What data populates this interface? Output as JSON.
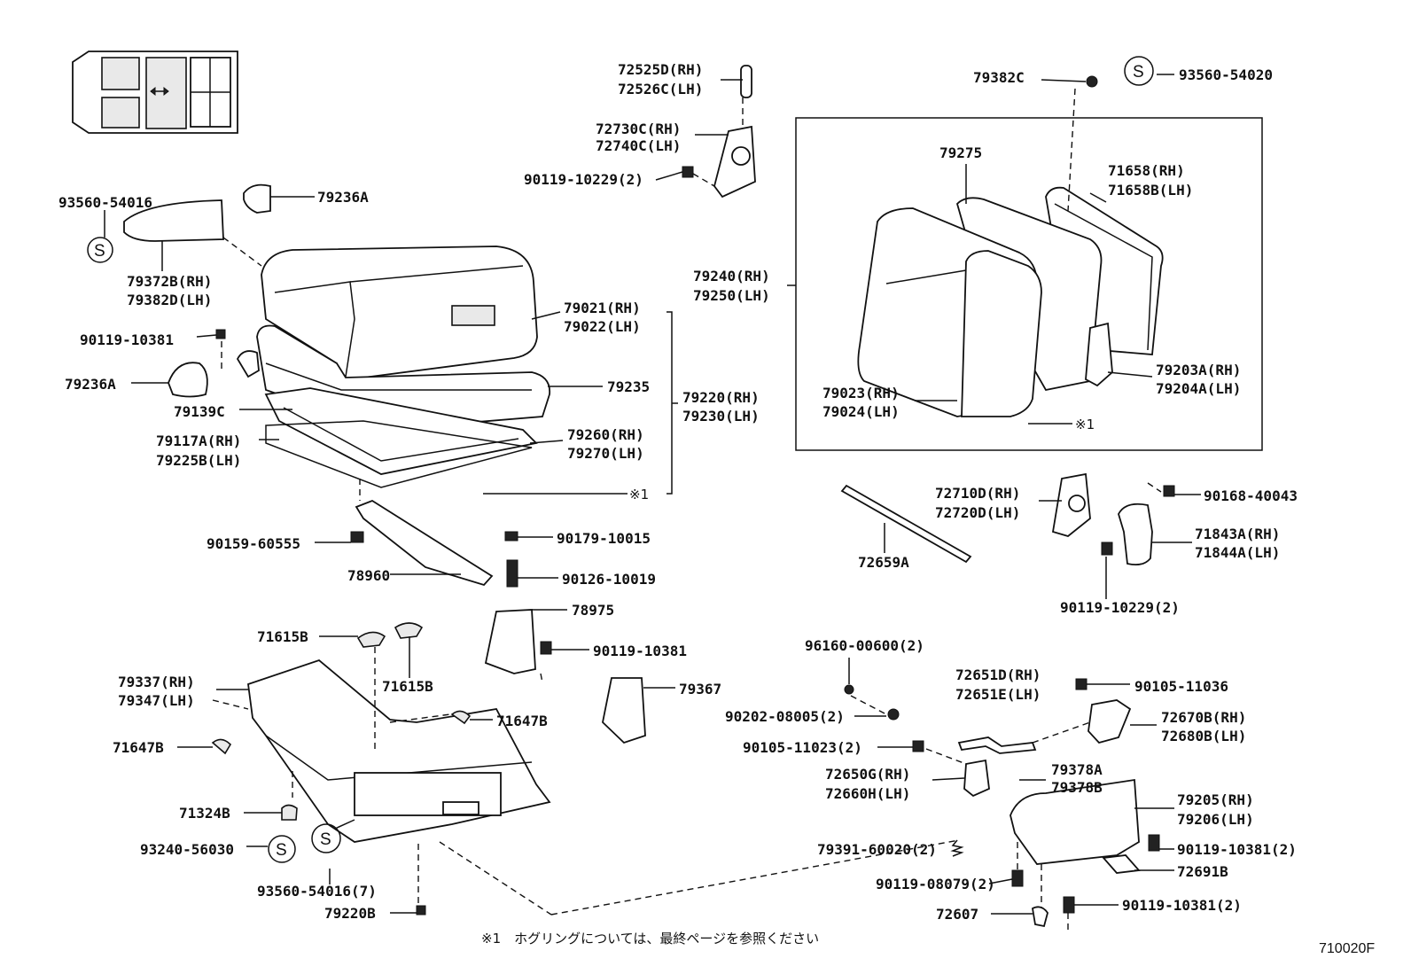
{
  "labels": {
    "p72525D": "72525D(RH)",
    "p72526C": "72526C(LH)",
    "p72730C": "72730C(RH)",
    "p72740C": "72740C(LH)",
    "p90119_10229a": "90119-10229(2)",
    "p79382C": "79382C",
    "p93560_54020": "93560-54020",
    "p93560_54016": "93560-54016",
    "p79236A_top": "79236A",
    "p79372B": "79372B(RH)",
    "p79382D": "79382D(LH)",
    "p79275": "79275",
    "p71658": "71658(RH)",
    "p71658B": "71658B(LH)",
    "p79240": "79240(RH)",
    "p79250": "79250(LH)",
    "p90119_10381a": "90119-10381",
    "p79021": "79021(RH)",
    "p79022": "79022(LH)",
    "p79236A_left": "79236A",
    "p79235": "79235",
    "p79220": "79220(RH)",
    "p79230": "79230(LH)",
    "p79139C": "79139C",
    "p79117A": "79117A(RH)",
    "p79225B": "79225B(LH)",
    "p79260": "79260(RH)",
    "p79270": "79270(LH)",
    "ref1_left": "※1",
    "p79203A": "79203A(RH)",
    "p79204A": "79204A(LH)",
    "p79023": "79023(RH)",
    "p79024": "79024(LH)",
    "ref1_right": "※1",
    "p72710D": "72710D(RH)",
    "p72720D": "72720D(LH)",
    "p90168_40043": "90168-40043",
    "p71843A": "71843A(RH)",
    "p71844A": "71844A(LH)",
    "p72659A": "72659A",
    "p90119_10229b": "90119-10229(2)",
    "p90159_60555": "90159-60555",
    "p90179_10015": "90179-10015",
    "p78960": "78960",
    "p90126_10019": "90126-10019",
    "p78975": "78975",
    "p71615B_a": "71615B",
    "p90119_10381b": "90119-10381",
    "p96160_00600": "96160-00600(2)",
    "p79337": "79337(RH)",
    "p79347": "79347(LH)",
    "p71615B_b": "71615B",
    "p79367": "79367",
    "p72651D": "72651D(RH)",
    "p72651E": "72651E(LH)",
    "p90105_11036": "90105-11036",
    "p71647B_a": "71647B",
    "p71647B_b": "71647B",
    "p90202_08005": "90202-08005(2)",
    "p72670B": "72670B(RH)",
    "p72680B": "72680B(LH)",
    "p90105_11023": "90105-11023(2)",
    "p79378A": "79378A",
    "p79378B": "79378B",
    "p72650G": "72650G(RH)",
    "p72660H": "72660H(LH)",
    "p71324B": "71324B",
    "p79205": "79205(RH)",
    "p79206": "79206(LH)",
    "p93240_56030": "93240-56030",
    "p79391_60020": "79391-60020(2)",
    "p90119_10381c": "90119-10381(2)",
    "p72691B": "72691B",
    "p93560_54016_7": "93560-54016(7)",
    "p90119_08079": "90119-08079(2)",
    "p79220B": "79220B",
    "p72607": "72607",
    "p90119_10381d": "90119-10381(2)"
  },
  "symbols": {
    "s_mark": "S"
  },
  "footnote": "※1　ホグリングについては、最終ページを参照ください",
  "figure_code": "710020F"
}
